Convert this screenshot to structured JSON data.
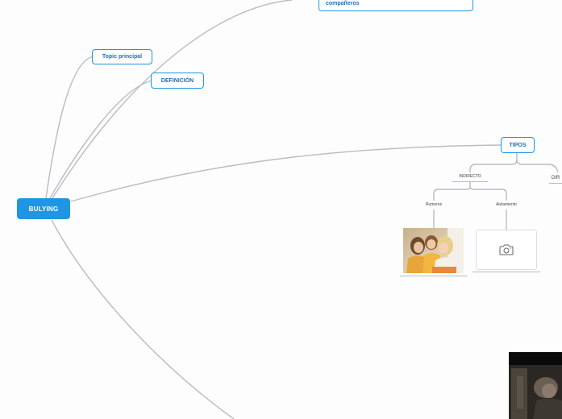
{
  "map": {
    "root": "BULYING",
    "topic_principal": "Topic principal",
    "definicion": "DEFINICIÓN",
    "companeros": "compañeros",
    "tipos": "TIPOS",
    "indirecto": "INDIRECTO",
    "directo_partial": "DIR",
    "rumores": "Rumores",
    "aislamiento": "Aislamiento"
  },
  "icons": {
    "image_placeholder": "camera-icon"
  },
  "colors": {
    "root_fill": "#1f95e3",
    "topic_border": "#1f95e3",
    "topic_text": "#1a6fbf",
    "connector": "#b8bcc2",
    "background": "#fdfdfe"
  }
}
